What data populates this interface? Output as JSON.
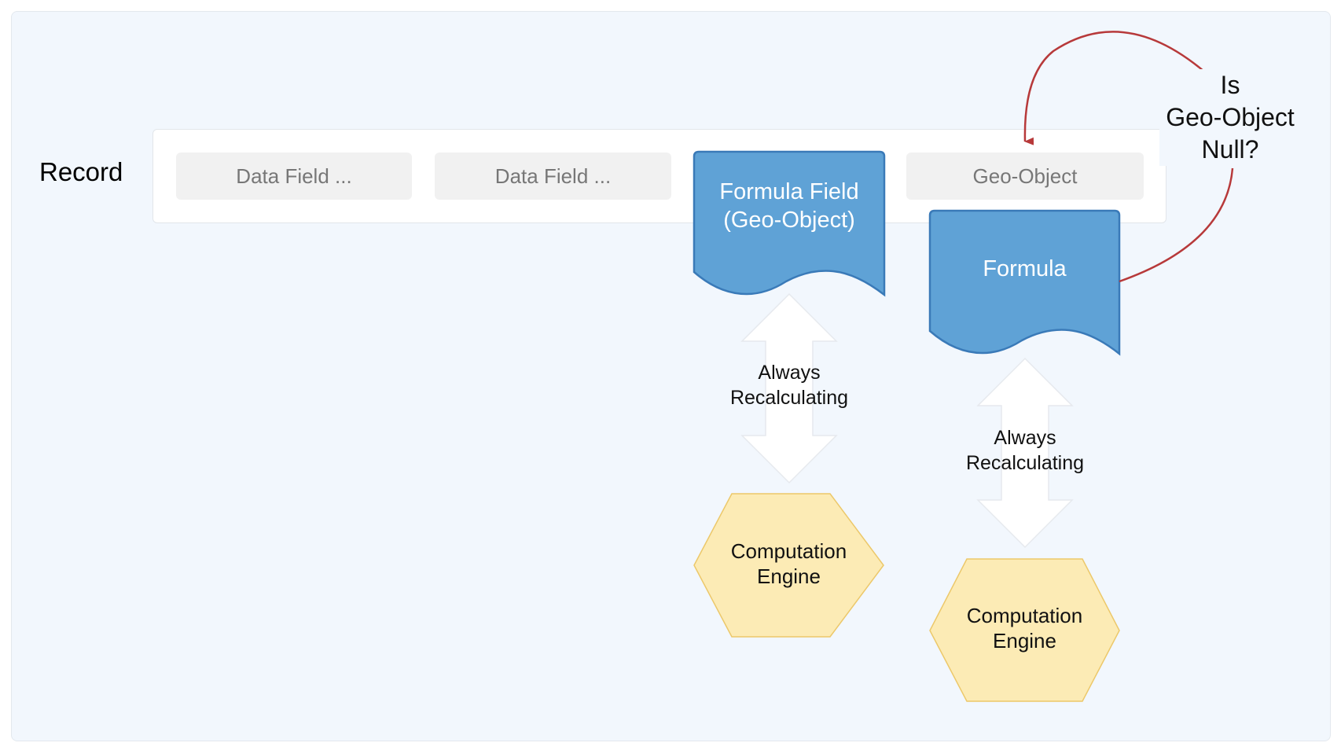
{
  "record": {
    "label": "Record",
    "fields": [
      {
        "label": "Data Field ..."
      },
      {
        "label": "Data Field ..."
      },
      {
        "label": "Geo-Object"
      }
    ]
  },
  "formula_field": {
    "line1": "Formula Field",
    "line2": "(Geo-Object)"
  },
  "formula": {
    "label": "Formula"
  },
  "recalc_left": {
    "line1": "Always",
    "line2": "Recalculating"
  },
  "recalc_right": {
    "line1": "Always",
    "line2": "Recalculating"
  },
  "engine_left": {
    "line1": "Computation",
    "line2": "Engine"
  },
  "engine_right": {
    "line1": "Computation",
    "line2": "Engine"
  },
  "condition": {
    "line1": "Is",
    "line2": "Geo-Object",
    "line3": "Null?"
  },
  "colors": {
    "panel_bg": "#f2f7fd",
    "document_fill": "#5fa2d6",
    "document_stroke": "#3a7ab8",
    "hexagon_fill": "#fcebb5",
    "hexagon_stroke": "#ecc86a",
    "loop_arrow": "#b7393a",
    "field_bg": "#f1f1f1",
    "field_text": "#777777"
  }
}
